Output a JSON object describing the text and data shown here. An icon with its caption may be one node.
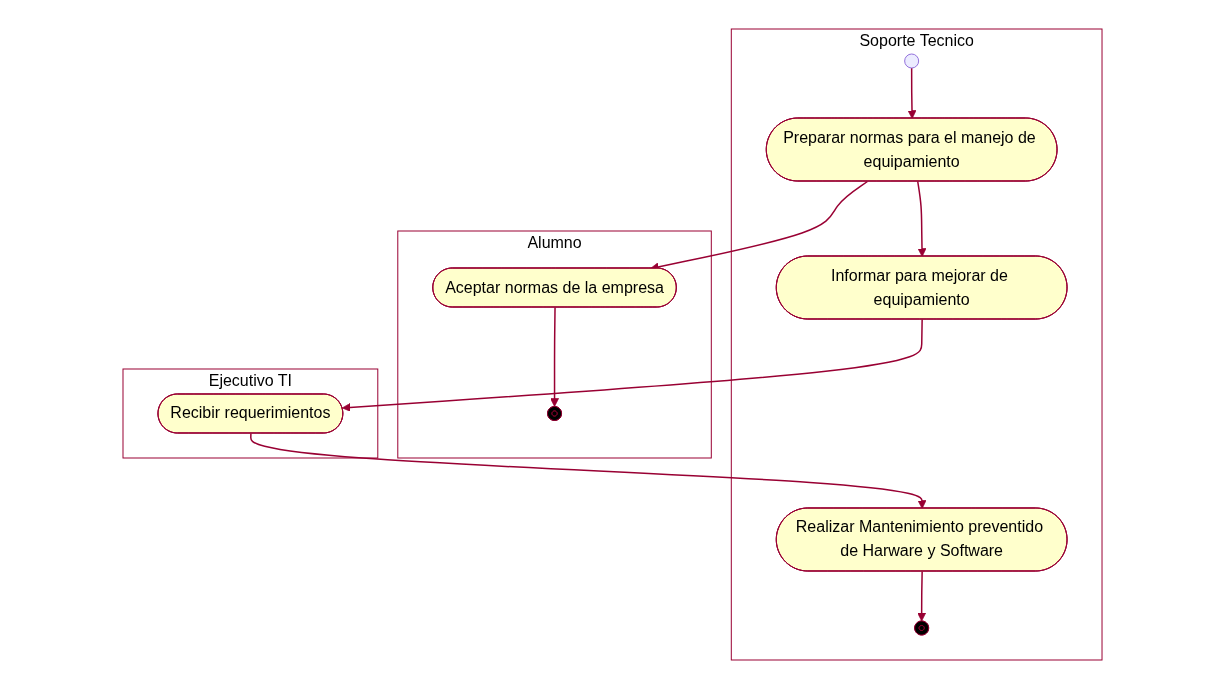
{
  "diagram": {
    "nodes": [
      {
        "text": [
          "Soporte Tecnico"
        ]
      },
      {
        "text": [
          "Alumno"
        ]
      },
      {
        "text": [
          "Ejecutivo TI"
        ]
      },
      {
        "text": [],
        "shape": "circle",
        "in": 0
      },
      {
        "text": [
          "Preparar normas para el manejo de equipamiento"
        ],
        "in": 0
      },
      {
        "text": [
          "Aceptar normas de la empresa"
        ],
        "in": 1
      },
      {
        "text": [],
        "shape": "circle",
        "in": 1
      },
      {
        "text": [
          "Informar para mejorar de equipamiento"
        ],
        "in": 0
      },
      {
        "text": [
          "Recibir requerimientos"
        ],
        "in": 2
      },
      {
        "text": [
          "Realizar Mantenimiento preventido de Harware y Software"
        ],
        "in": 0
      },
      {
        "text": [],
        "shape": "circle",
        "in": 0
      }
    ],
    "edges": [
      {
        "from": 3,
        "to": 4,
        "arrow": "to"
      },
      {
        "from": 4,
        "to": 5,
        "arrow": "to"
      },
      {
        "from": 5,
        "to": 6,
        "arrow": "to"
      },
      {
        "from": 4,
        "to": 7,
        "arrow": "to"
      },
      {
        "from": 7,
        "to": 8,
        "arrow": "to"
      },
      {
        "from": 8,
        "to": 9,
        "arrow": "to"
      },
      {
        "from": 9,
        "to": 10,
        "arrow": "to"
      }
    ]
  }
}
